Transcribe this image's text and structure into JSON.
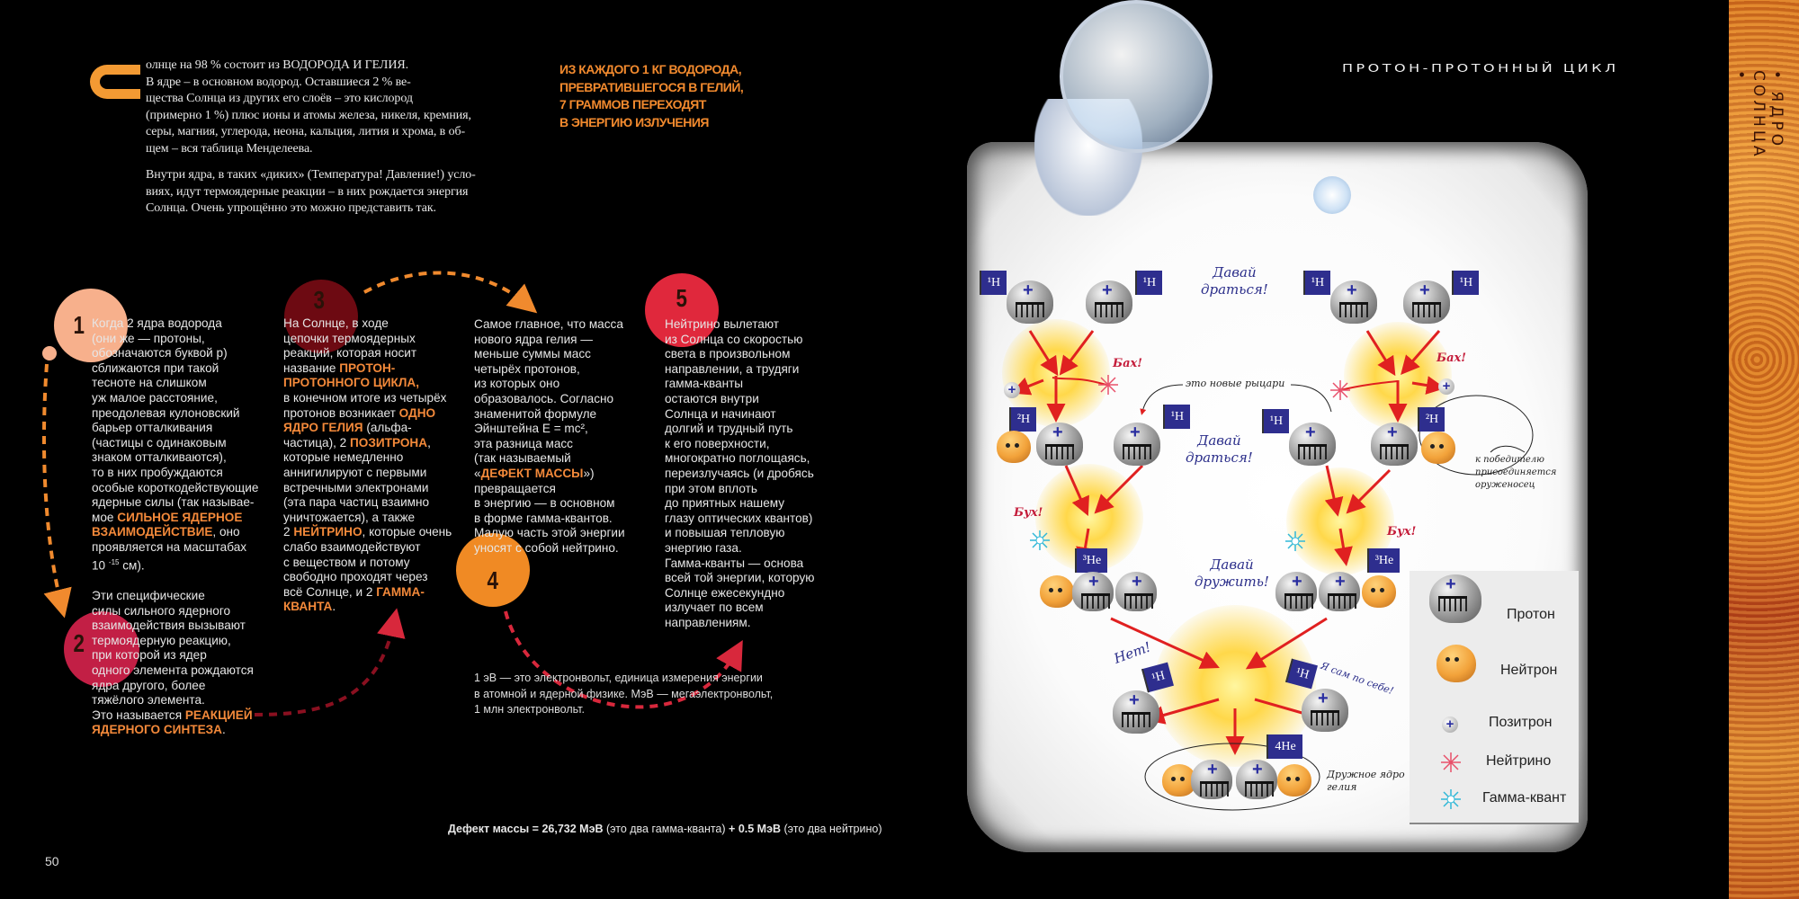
{
  "page_number": "50",
  "intro": {
    "drop_cap": "С",
    "p1": "олнце на 98 % состоит из ВОДОРОДА И ГЕЛИЯ.\nВ ядре – в основном водород. Оставшиеся 2 % ве-\nщества Солнца из других его слоёв – это кислород\n(примерно 1 %) плюс ионы и атомы железа, никеля, кремния,\nсеры, магния, углерода, неона, кальция, лития и хрома, в об-\nщем – вся таблица Менделеева.",
    "p2": "Внутри ядра, в таких «диких» (Температура! Давление!) усло-\nвиях, идут термоядерные реакции – в них рождается энергия\nСолнца. Очень упрощённо это можно представить так."
  },
  "quote": "ИЗ КАЖДОГО 1 КГ ВОДОРОДА,\nПРЕВРАТИВШЕГОСЯ В ГЕЛИЙ,\n7 ГРАММОВ ПЕРЕХОДЯТ\nВ ЭНЕРГИЮ ИЗЛУЧЕНИЯ",
  "steps": [
    {
      "number": "1",
      "color": "#f7b08c",
      "segments": [
        {
          "t": "Когда 2 ядра водорода\n(они же — протоны,\nобозначаются буквой р)\nсближаются при такой\nтесноте на слишком\nуж малое расстояние,\nпреодолевая кулоновский\nбарьер отталкивания\n(частицы с одинаковым\nзнаком отталкиваются),\nто в них пробуждаются\nособые короткодействующие\nядерные силы (так называе-\nмое "
        },
        {
          "t": "СИЛЬНОЕ ЯДЕРНОЕ\nВЗАИМОДЕЙСТВИЕ",
          "hl": true
        },
        {
          "t": ", оно\nпроявляется на масштабах\n10 "
        },
        {
          "t": "-15",
          "sup": true
        },
        {
          "t": " см)."
        }
      ]
    },
    {
      "number": "2",
      "color": "#c21f45",
      "segments": [
        {
          "t": "Эти специфические\nсилы сильного ядерного\nвзаимодействия вызывают\nтермоядерную реакцию,\nпри которой из ядер\nодного элемента рождаются\nядра другого, более\nтяжёлого элемента.\nЭто называется "
        },
        {
          "t": "РЕАКЦИЕЙ\nЯДЕРНОГО СИНТЕЗА",
          "hl": true
        },
        {
          "t": "."
        }
      ]
    },
    {
      "number": "3",
      "color": "#6d0a12",
      "segments": [
        {
          "t": "На Солнце, в ходе\nцепочки термоядерных\nреакций, которая носит\nназвание "
        },
        {
          "t": "ПРОТОН-\nПРОТОННОГО ЦИКЛА,",
          "hl": true
        },
        {
          "t": "\nв конечном итоге из четырёх\nпротонов возникает "
        },
        {
          "t": "ОДНО\nЯДРО ГЕЛИЯ",
          "hl": true
        },
        {
          "t": " (альфа-\nчастица), 2 "
        },
        {
          "t": "ПОЗИТРОНА",
          "hl": true
        },
        {
          "t": ",\nкоторые немедленно\nаннигилируют с первыми\nвстречными электронами\n(эта пара частиц взаимно\nуничтожается), а также\n2 "
        },
        {
          "t": "НЕЙТРИНО",
          "hl": true
        },
        {
          "t": ", которые очень\nслабо взаимодействуют\nс веществом и потому\nсвободно проходят через\nвсё Солнце, и 2 "
        },
        {
          "t": "ГАММА-\nКВАНТА",
          "hl": true
        },
        {
          "t": "."
        }
      ]
    },
    {
      "number": "4",
      "color": "#f08a24",
      "segments": [
        {
          "t": "Самое главное, что масса\nнового ядра гелия —\nменьше суммы масс\nчетырёх протонов,\nиз которых оно\nобразовалось. Согласно\nзнаменитой формуле\nЭйнштейна E = mc²,\nэта разница масс\n(так называемый\n«"
        },
        {
          "t": "ДЕФЕКТ МАССЫ",
          "hl": true
        },
        {
          "t": "»)\nпревращается\nв энергию — в основном\nв форме гамма-квантов.\nМалую часть этой энергии\nуносят с собой нейтрино."
        }
      ]
    },
    {
      "number": "5",
      "color": "#e0283c",
      "segments": [
        {
          "t": "Нейтрино вылетают\nиз Солнца со скоростью\nсвета в произвольном\nнаправлении, а трудяги\nгамма-кванты\nостаются внутри\nСолнца и начинают\nдолгий и трудный путь\nк его поверхности,\nмногократно поглощаясь,\nпереизлучаясь (и дробясь\nпри этом вплоть\nдо приятных нашему\nглазу оптических квантов)\nи повышая тепловую\nэнергию газа.\nГамма-кванты — основа\nвсей той энергии, которую\nСолнце ежесекундно\nизлучает по всем\nнаправлениям."
        }
      ]
    }
  ],
  "footnote": "1 эВ — это электронвольт, единица измерения энергии\nв атомной и ядерной физике. МэВ — мегаэлектронвольт,\n1 млн электронвольт.",
  "formula": {
    "label": "Дефект массы = ",
    "value1": "26,732 МэВ",
    "note1": " (это два гамма-кванта) ",
    "plus": "+ ",
    "value2": "0.5 МэВ",
    "note2": " (это два нейтрино)"
  },
  "title": "ПРОТОН-ПРОТОННЫЙ ЦИКЛ",
  "section_title": "• ЯДРО СОЛНЦА •",
  "diagram": {
    "fight": "Давай\nдраться!",
    "friends": "Давай\nдружить!",
    "bang": "Бах!",
    "boom": "Бух!",
    "new_knights": "это новые рыцари",
    "squire": "к победителю\nприсоединяется\nоруженосец",
    "no": "Нет!",
    "alone": "Я сам по себе!",
    "helium_core": "Дружное ядро\nгелия",
    "flags": {
      "h1": "¹H",
      "h2": "²H",
      "he3": "³He",
      "he4": "4He"
    }
  },
  "legend": {
    "proton": "Протон",
    "neutron": "Нейтрон",
    "positron": "Позитрон",
    "neutrino": "Нейтрино",
    "gamma": "Гамма-квант"
  },
  "colors": {
    "accent": "#f3893a",
    "background": "#000000"
  }
}
